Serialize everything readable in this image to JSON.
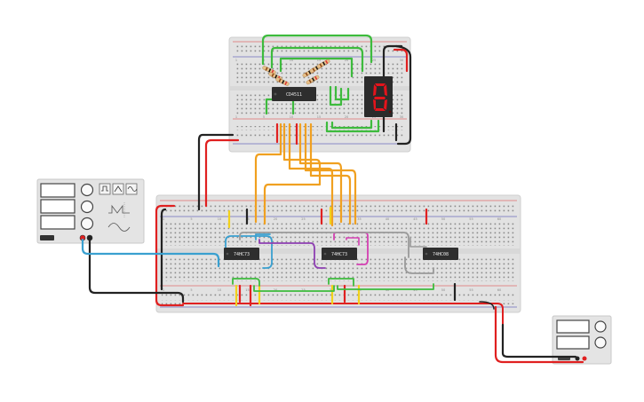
{
  "components": {
    "top_chip": {
      "label": "CD4511"
    },
    "main_chips": [
      {
        "label": "74HC73"
      },
      {
        "label": "74HC73"
      },
      {
        "label": "74HC08"
      }
    ],
    "display": {
      "digit": "8"
    },
    "top_board_row_numbers": [
      "1",
      "5",
      "10",
      "15",
      "20",
      "25",
      "30"
    ],
    "main_board_row_numbers": [
      "1",
      "5",
      "10",
      "15",
      "20",
      "25",
      "30",
      "35",
      "40",
      "45",
      "50",
      "55",
      "60"
    ]
  },
  "icons": {
    "function_generator": [
      "square-wave-icon",
      "triangle-wave-icon",
      "sine-wave-icon"
    ]
  },
  "colors": {
    "board": "#e2e2e2",
    "chip": "#2e2e2e",
    "wire_green": "#3dbb3d",
    "wire_orange": "#f0a020",
    "wire_red": "#e02020",
    "wire_black": "#222222",
    "wire_yellow": "#f2d21a",
    "wire_blue": "#3aa0d0",
    "wire_purple": "#8e3fb2",
    "wire_magenta": "#d43fb2",
    "wire_gray": "#9a9a9a",
    "display_segment": "#e3141c"
  }
}
